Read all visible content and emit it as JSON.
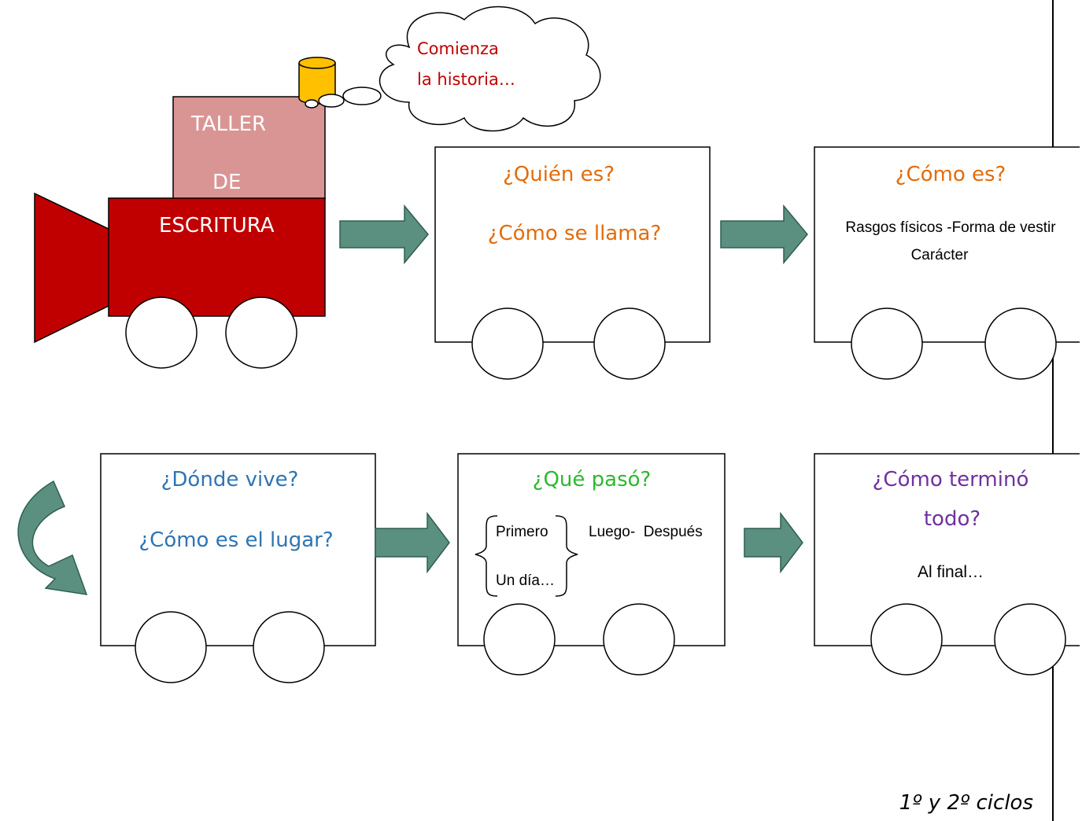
{
  "engine": {
    "line1": "TALLER",
    "line2": "DE",
    "line3": "ESCRITURA"
  },
  "bubble": {
    "line1": "Comienza",
    "line2": "la historia…"
  },
  "wagons": [
    {
      "title": "¿Quién es?",
      "subtitle": "¿Cómo se llama?"
    },
    {
      "title": "¿Cómo es?",
      "detail1": "Rasgos físicos -Forma de vestir",
      "detail2": "Carácter"
    },
    {
      "title": "¿Dónde vive?",
      "subtitle": "¿Cómo es el lugar?"
    },
    {
      "title": "¿Qué pasó?",
      "item1": "Primero",
      "item2": "Un día…",
      "item3": "Luego-  Después"
    },
    {
      "title": "¿Cómo terminó",
      "title2": "todo?",
      "detail": "Al final…"
    }
  ],
  "footer": "1º y 2º ciclos",
  "colors": {
    "engine_red": "#C00000",
    "cab_pink": "#D99594",
    "chimney": "#FFC000",
    "arrow": "#5B8F80",
    "orange": "#E36C0A",
    "blue": "#2E74B5",
    "green": "#2DB92D",
    "purple": "#7030A0",
    "bubble_text": "#C00000"
  }
}
